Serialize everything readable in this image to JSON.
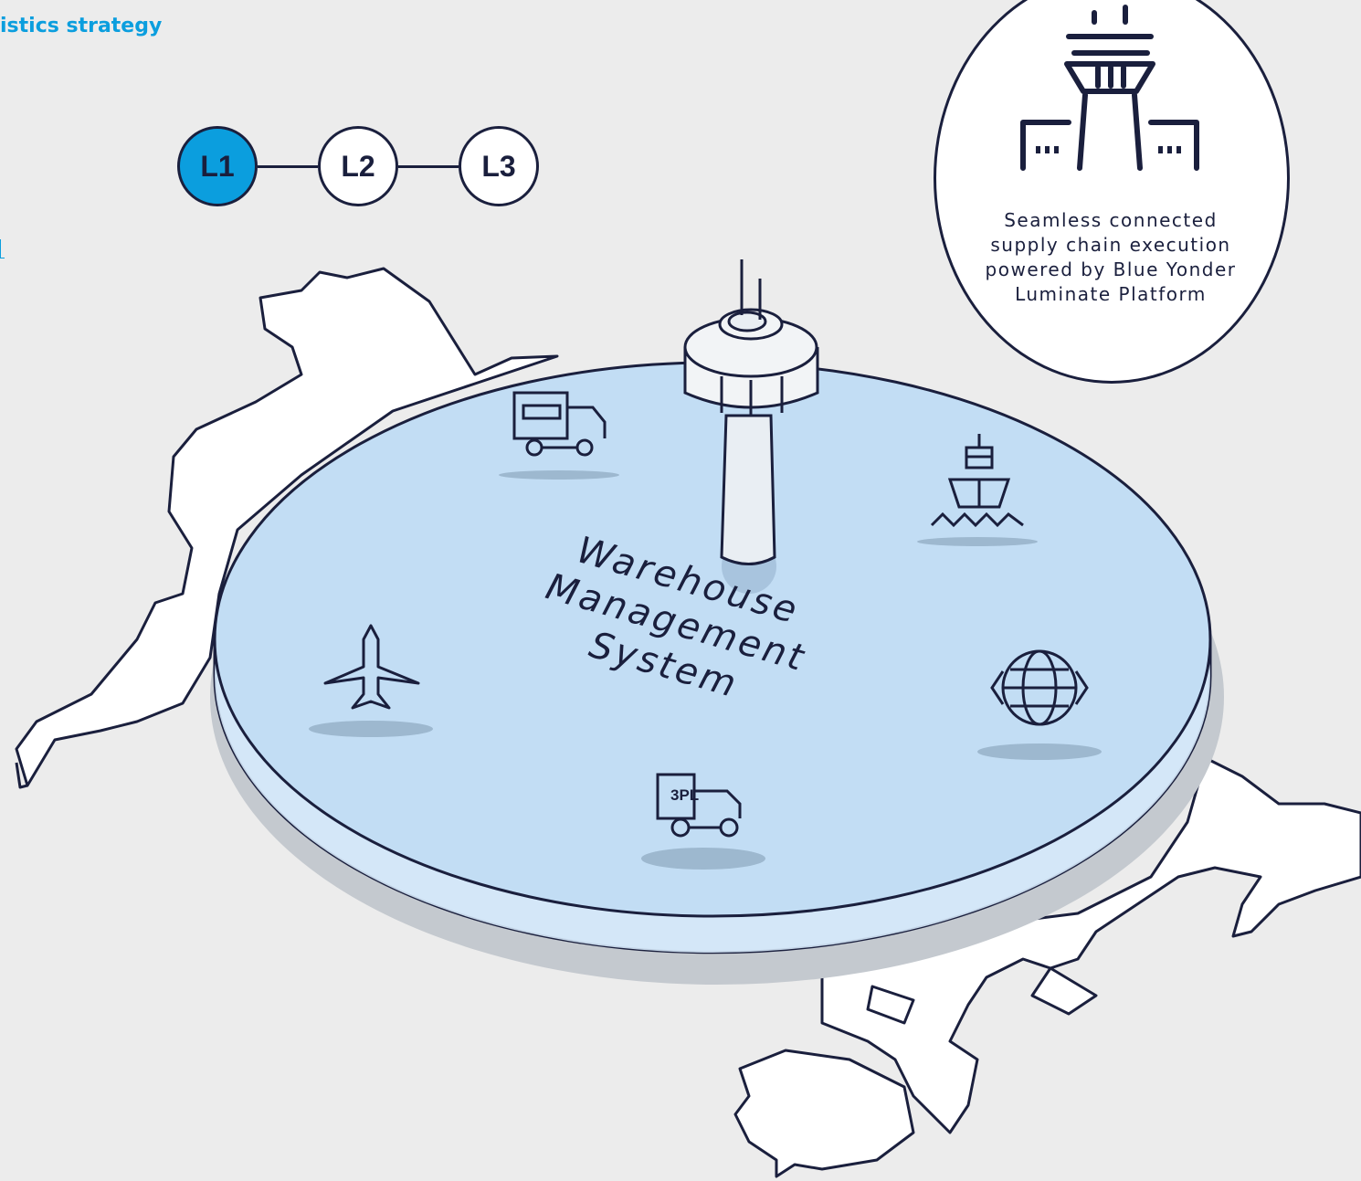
{
  "header": {
    "title": "istics strategy"
  },
  "levels": [
    {
      "label": "L1",
      "active": true
    },
    {
      "label": "L2",
      "active": false
    },
    {
      "label": "L3",
      "active": false
    }
  ],
  "badge": {
    "icon": "control-tower-icon",
    "text_lines": [
      "Seamless connected",
      "supply chain execution",
      "powered by Blue Yonder",
      "Luminate Platform"
    ]
  },
  "platform": {
    "title_lines": [
      "Warehouse",
      "Management",
      "System"
    ]
  },
  "icons": [
    {
      "name": "delivery-truck-icon"
    },
    {
      "name": "cargo-ship-icon"
    },
    {
      "name": "airplane-icon"
    },
    {
      "name": "globe-exchange-icon"
    },
    {
      "name": "3pl-truck-icon",
      "label": "3PL"
    }
  ],
  "colors": {
    "accent": "#0b9ede",
    "outline": "#1a1f3d",
    "platform_fill": "#c2ddf4",
    "background": "#ececec"
  }
}
